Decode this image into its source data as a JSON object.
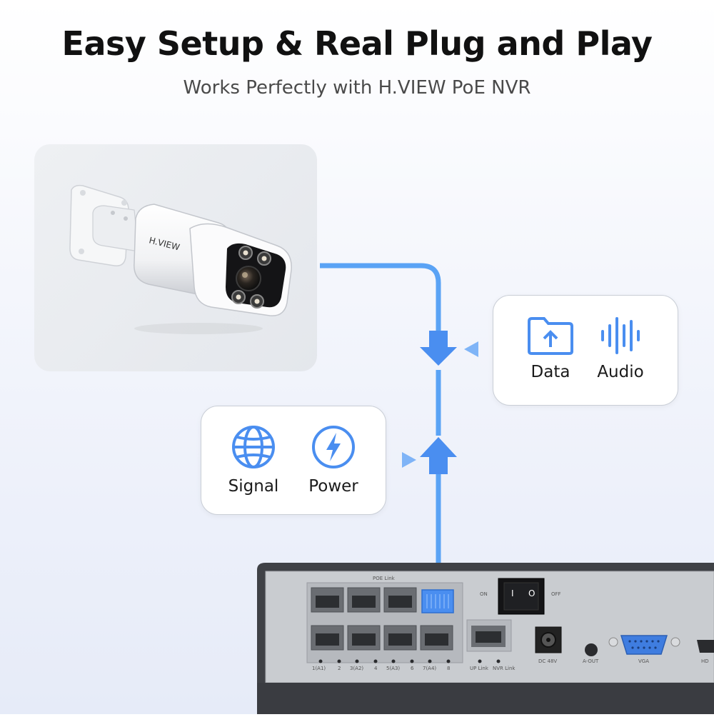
{
  "header": {
    "title": "Easy Setup & Real Plug and Play",
    "subtitle": "Works Perfectly with H.VIEW PoE NVR"
  },
  "camera": {
    "brand": "H.VIEW"
  },
  "card_data": {
    "items": [
      {
        "label": "Data",
        "icon": "folder-upload-icon"
      },
      {
        "label": "Audio",
        "icon": "audio-wave-icon"
      }
    ]
  },
  "card_signal": {
    "items": [
      {
        "label": "Signal",
        "icon": "globe-icon"
      },
      {
        "label": "Power",
        "icon": "lightning-icon"
      }
    ]
  },
  "nvr": {
    "poe_header": "POE Link",
    "on": "ON",
    "off": "OFF",
    "switch_on": "I",
    "switch_off": "O",
    "ports": [
      "1(A1)",
      "2",
      "3(A2)",
      "4",
      "5(A3)",
      "6",
      "7(A4)",
      "8"
    ],
    "uplink": "UP Link",
    "nvr_link": "NVR Link",
    "dc": "DC 48V",
    "aout": "A-OUT",
    "vga": "VGA",
    "hdmi": "HD"
  },
  "colors": {
    "accent": "#4a8ef0",
    "cable": "#5aa3f5",
    "text": "#111111"
  }
}
